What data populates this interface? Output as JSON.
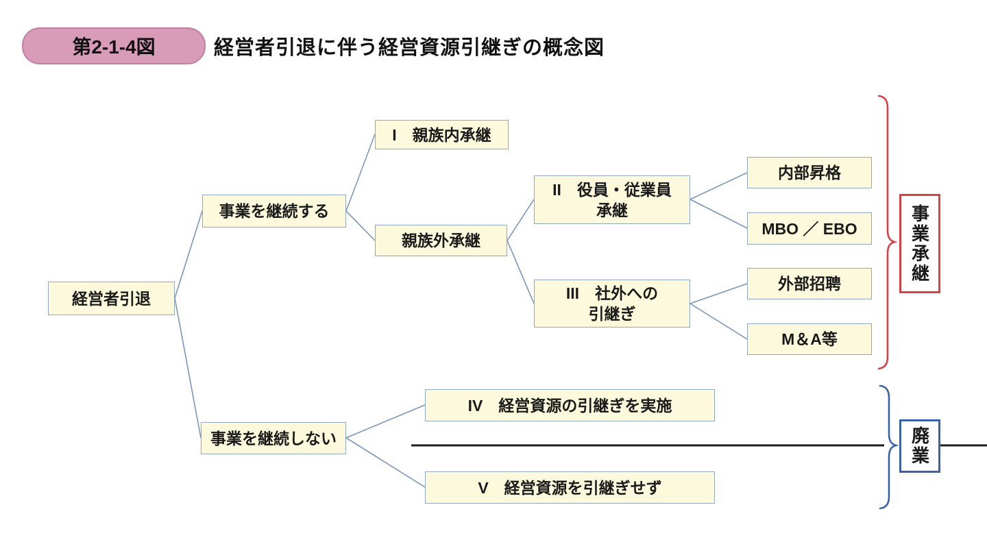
{
  "header": {
    "badge": "第2-1-4図",
    "title": "経営者引退に伴う経営資源引継ぎの概念図"
  },
  "nodes": {
    "root": {
      "label": "経営者引退"
    },
    "continue_business": {
      "label": "事業を継続する"
    },
    "not_continue_business": {
      "label": "事業を継続しない"
    },
    "family_succession": {
      "label": "I　親族内承継"
    },
    "non_family_succession": {
      "label": "親族外承継"
    },
    "officer_employee_succession": {
      "label": "II　役員・従業員\n承継"
    },
    "external_handover": {
      "label": "III　社外への\n引継ぎ"
    },
    "internal_promotion": {
      "label": "内部昇格"
    },
    "mbo_ebo": {
      "label": "MBO ／ EBO"
    },
    "external_recruitment": {
      "label": "外部招聘"
    },
    "ma_etc": {
      "label": "M＆A等"
    },
    "transfer_resources": {
      "label": "IV　経営資源の引継ぎを実施"
    },
    "no_transfer_resources": {
      "label": "V　経営資源を引継ぎせず"
    }
  },
  "groups": {
    "business_succession": "事業承継",
    "closure": "廃業"
  },
  "colors": {
    "box_fill": "#fdf9dc",
    "box_border": "#8fa7c3",
    "connector": "#7b96b8",
    "succession_accent": "#d94046",
    "closure_accent": "#3a62a8",
    "badge_fill": "#d99cb8",
    "badge_border": "#c07fa2",
    "black_line": "#1c1c1c"
  }
}
